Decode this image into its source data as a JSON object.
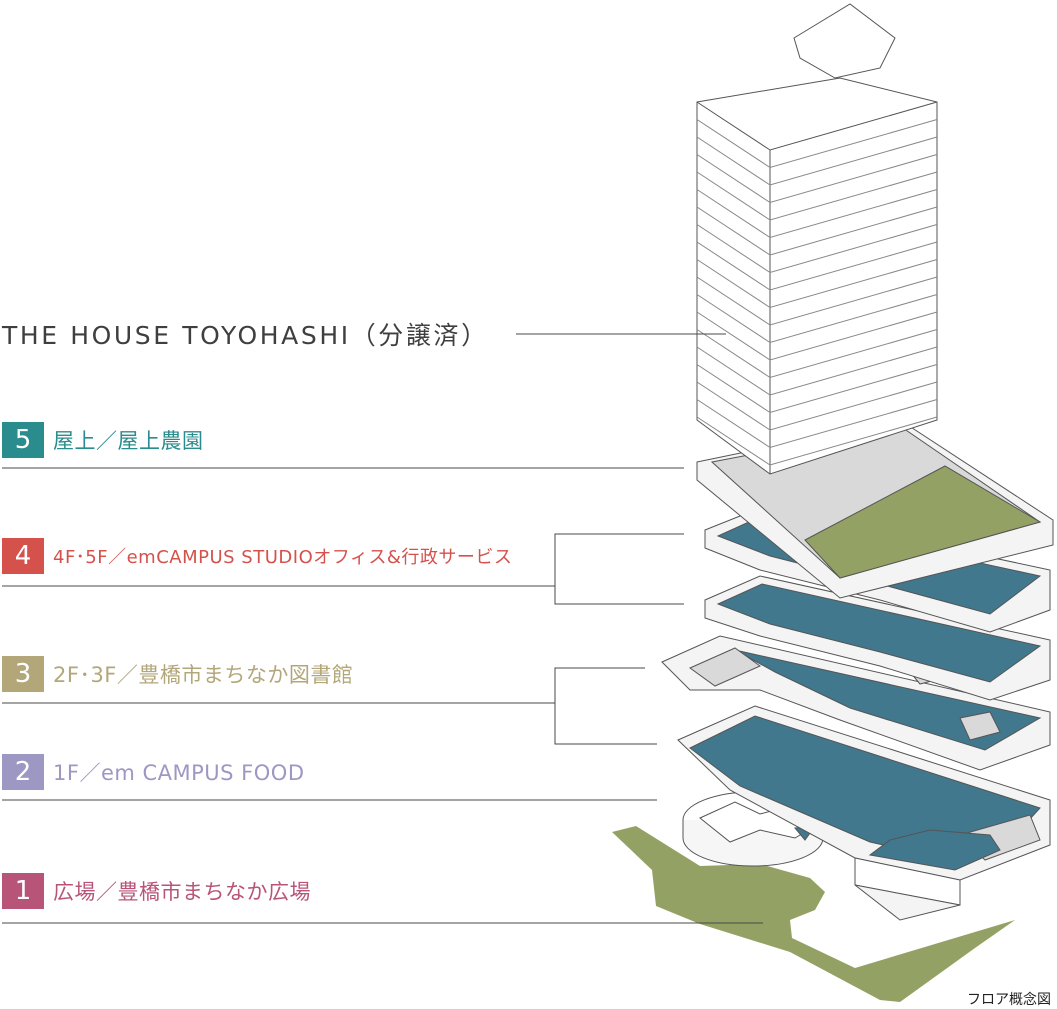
{
  "building_label": "THE HOUSE TOYOHASHI（分譲済）",
  "floors": [
    {
      "num": "5",
      "label": "屋上／屋上農園",
      "color": "#2b8c8e"
    },
    {
      "num": "4",
      "label": "4F･5F／emCAMPUS STUDIOオフィス&行政サービス",
      "color": "#d4514c"
    },
    {
      "num": "3",
      "label": "2F･3F／豊橋市まちなか図書館",
      "color": "#b3a77a"
    },
    {
      "num": "2",
      "label": "1F／em CAMPUS FOOD",
      "color": "#9d97c4"
    },
    {
      "num": "1",
      "label": "広場／豊橋市まちなか広場",
      "color": "#b85478"
    }
  ],
  "caption": "フロア概念図",
  "colors": {
    "teal_floor": "#41788d",
    "green": "#93a264",
    "gray": "#d9d9d9",
    "line": "#4a4a4a"
  }
}
